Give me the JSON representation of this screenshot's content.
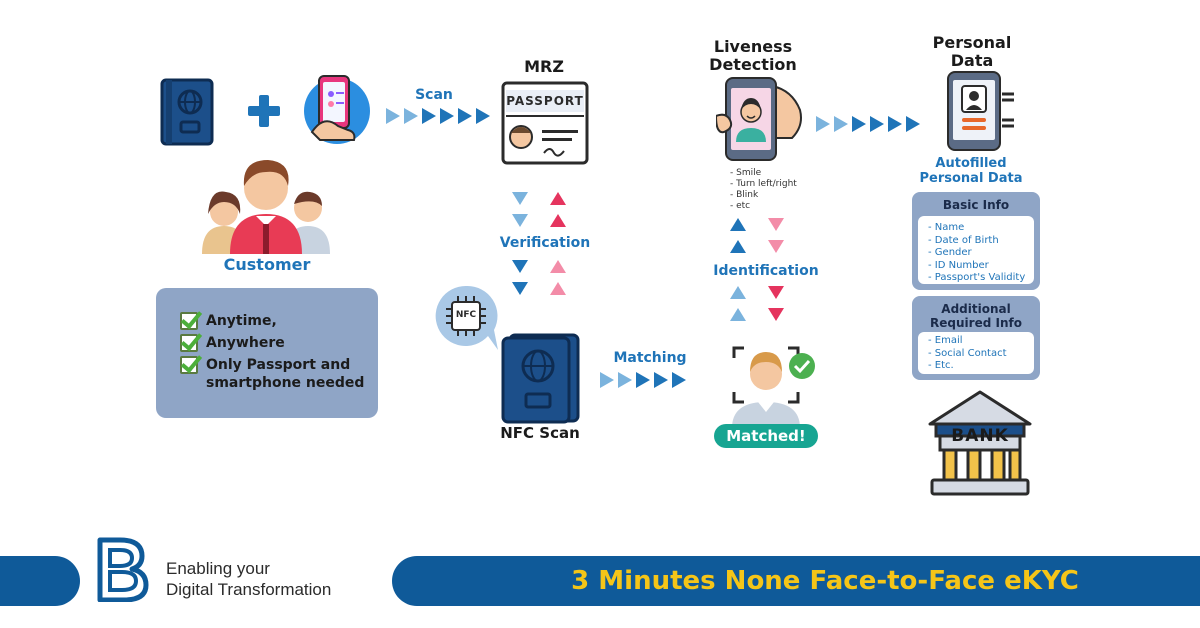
{
  "labels": {
    "scan": "Scan",
    "mrz": "MRZ",
    "passport_word": "PASSPORT",
    "liveness_line1": "Liveness",
    "liveness_line2": "Detection",
    "personal_line1": "Personal",
    "personal_line2": "Data",
    "customer": "Customer",
    "verification": "Verification",
    "identification": "Identification",
    "matching": "Matching",
    "nfc_scan": "NFC Scan",
    "nfc_chip": "NFC",
    "matched": "Matched!",
    "autofilled_line1": "Autofilled",
    "autofilled_line2": "Personal Data",
    "bank": "BANK"
  },
  "liveness_steps": [
    "- Smile",
    "- Turn left/right",
    "- Blink",
    "- etc"
  ],
  "benefits": [
    "Anytime,",
    "Anywhere",
    "Only Passport and smartphone needed"
  ],
  "basic_info": {
    "title": "Basic Info",
    "items": [
      "- Name",
      "- Date of Birth",
      "- Gender",
      "- ID Number",
      "- Passport's Validity"
    ]
  },
  "additional_info": {
    "title_line1": "Additional",
    "title_line2": "Required Info",
    "items": [
      "- Email",
      "- Social Contact",
      "- Etc."
    ]
  },
  "footer": {
    "tagline_line1": "Enabling your",
    "tagline_line2": "Digital Transformation",
    "headline": "3 Minutes None Face-to-Face eKYC"
  },
  "colors": {
    "primary_blue": "#1f74b8",
    "navy": "#1c4f8a",
    "footer_bar": "#0f5a99",
    "headline_yellow": "#f5c518",
    "matched_green": "#17a592",
    "red_arrow": "#e5345e"
  }
}
